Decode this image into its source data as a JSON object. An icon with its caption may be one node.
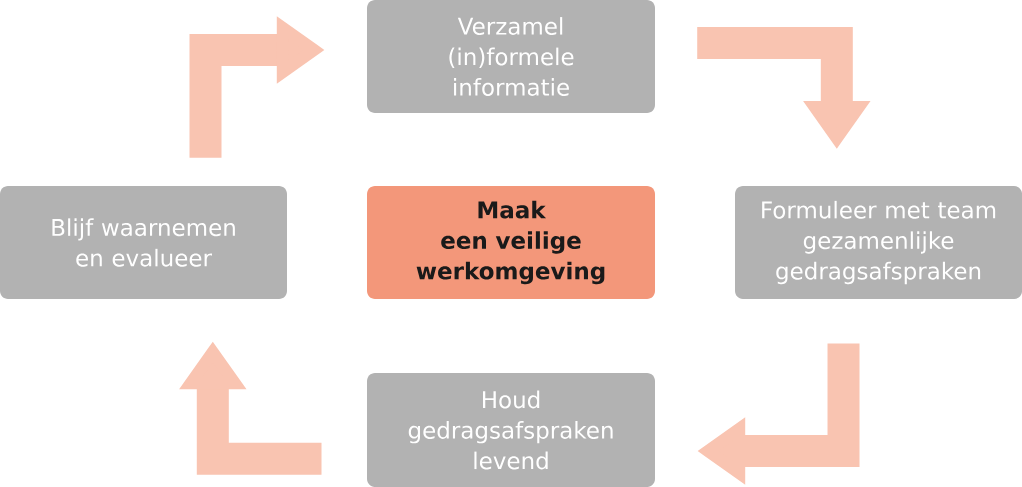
{
  "diagram": {
    "nodes": [
      {
        "text": [
          "Verzamel (in)formele informatie"
        ]
      },
      {
        "text": [
          "Blijf waarnemen en evalueer"
        ]
      },
      {
        "text": [
          "Maak een veilige werkomgeving"
        ]
      },
      {
        "text": [
          "Formuleer met team gezamenlijke gedragsafspraken"
        ]
      },
      {
        "text": [
          "Houd gedragsafspraken levend"
        ]
      }
    ],
    "edges": [
      {
        "from": 1,
        "to": 0,
        "arrow": "to"
      },
      {
        "from": 0,
        "to": 3,
        "arrow": "to"
      },
      {
        "from": 3,
        "to": 4,
        "arrow": "to"
      },
      {
        "from": 4,
        "to": 1,
        "arrow": "to"
      }
    ]
  }
}
